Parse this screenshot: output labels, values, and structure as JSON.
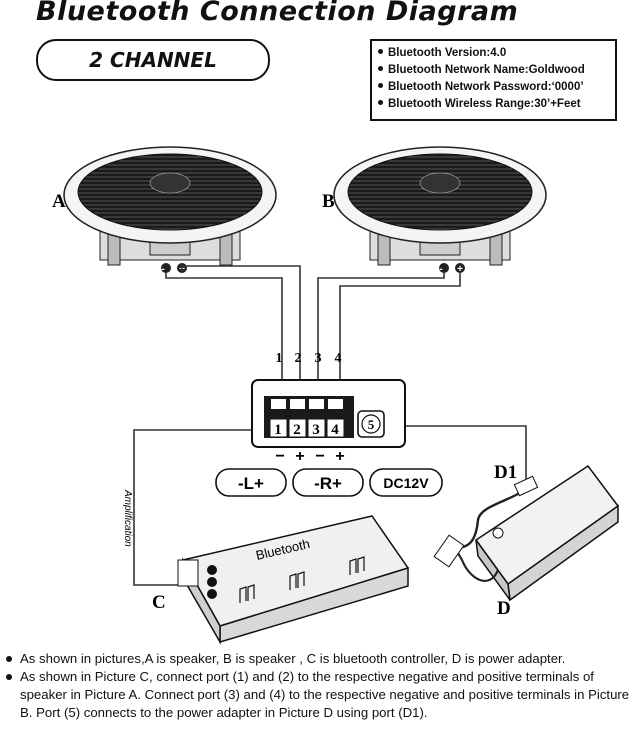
{
  "title": "Bluetooth Connection Diagram",
  "badge": "2 CHANNEL",
  "specs": [
    "Bluetooth Version:4.0",
    "Bluetooth Network Name:Goldwood",
    "Bluetooth Network Password:‘0000’",
    "Bluetooth Wireless Range:30’+Feet"
  ],
  "labels": {
    "speaker_a": "A",
    "speaker_b": "B",
    "controller": "C",
    "adapter": "D",
    "adapter_port": "D1",
    "amplification": "Amplification",
    "bluetooth_logo": "Bluetooth",
    "minus": "-",
    "plus": "+"
  },
  "terminals": {
    "numbers": [
      "1",
      "2",
      "3",
      "4"
    ],
    "port5": "5",
    "left": "-L+",
    "right": "-R+",
    "power": "DC12V",
    "polarity": [
      "−",
      "+",
      "−",
      "+"
    ]
  },
  "notes": [
    "As shown in pictures,A is speaker, B is speaker , C is bluetooth controller, D is power adapter.",
    "As shown in Picture C, connect port (1) and (2) to the respective negative and positive terminals of speaker in Picture A.  Connect port (3) and (4) to the respective negative and positive terminals in Picture B.  Port (5) connects to the power adapter in Picture D using port (D1)."
  ]
}
